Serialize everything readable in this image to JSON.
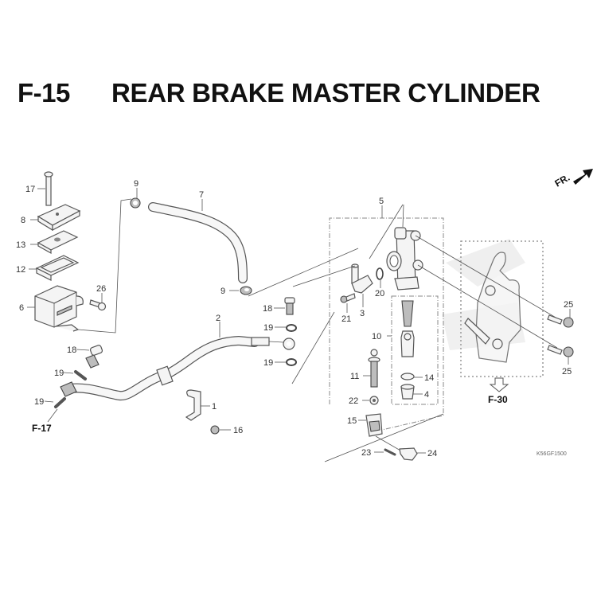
{
  "header": {
    "section_code": "F-15",
    "title": "REAR BRAKE MASTER CYLINDER"
  },
  "direction_indicator": {
    "label": "FR.",
    "icon": "arrow-icon"
  },
  "references": {
    "f17": "F-17",
    "f30": "F-30"
  },
  "diagram_code": "K56GF1500",
  "callouts": {
    "c1": "1",
    "c2": "2",
    "c3": "3",
    "c4": "4",
    "c5": "5",
    "c6": "6",
    "c7": "7",
    "c8": "8",
    "c9a": "9",
    "c9b": "9",
    "c10": "10",
    "c11": "11",
    "c12": "12",
    "c13": "13",
    "c14": "14",
    "c15": "15",
    "c16": "16",
    "c17": "17",
    "c18a": "18",
    "c18b": "18",
    "c19a": "19",
    "c19b": "19",
    "c19c": "19",
    "c19d": "19",
    "c20": "20",
    "c21": "21",
    "c22": "22",
    "c23": "23",
    "c24": "24",
    "c25a": "25",
    "c25b": "25",
    "c26": "26"
  }
}
